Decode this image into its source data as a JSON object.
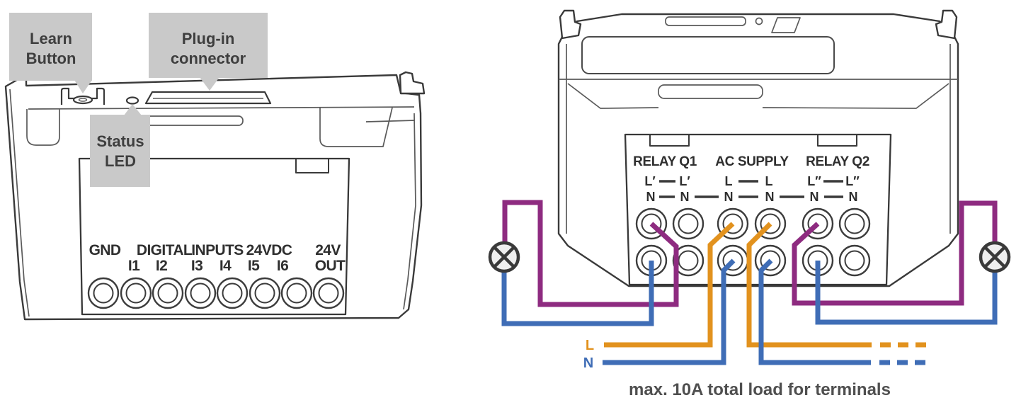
{
  "left_device": {
    "callouts": {
      "learn_button": {
        "line1": "Learn",
        "line2": "Button"
      },
      "plug_in_connector": {
        "line1": "Plug-in",
        "line2": "connector"
      },
      "status_led": {
        "line1": "Status",
        "line2": "LED"
      }
    },
    "terminals": {
      "row1": [
        "GND",
        "DIGITAL",
        "INPUTS",
        "24VDC",
        "24V"
      ],
      "row2": [
        "I1",
        "I2",
        "I3",
        "I4",
        "I5",
        "I6",
        "OUT"
      ]
    }
  },
  "right_device": {
    "groups": [
      "RELAY Q1",
      "AC SUPPLY",
      "RELAY Q2"
    ],
    "l_row": [
      "L′",
      "L′",
      "L",
      "L",
      "L″",
      "L″"
    ],
    "n_row": [
      "N",
      "N",
      "N",
      "N",
      "N",
      "N"
    ],
    "feed": {
      "line": "L",
      "neutral": "N"
    }
  },
  "caption": "max. 10A total load for terminals",
  "colors": {
    "switched_wire": "#8e2b80",
    "neutral_wire": "#3f6db6",
    "line_wire": "#e2921e",
    "callout_bg": "#c9c9c9",
    "outline": "#3a3a3a"
  }
}
